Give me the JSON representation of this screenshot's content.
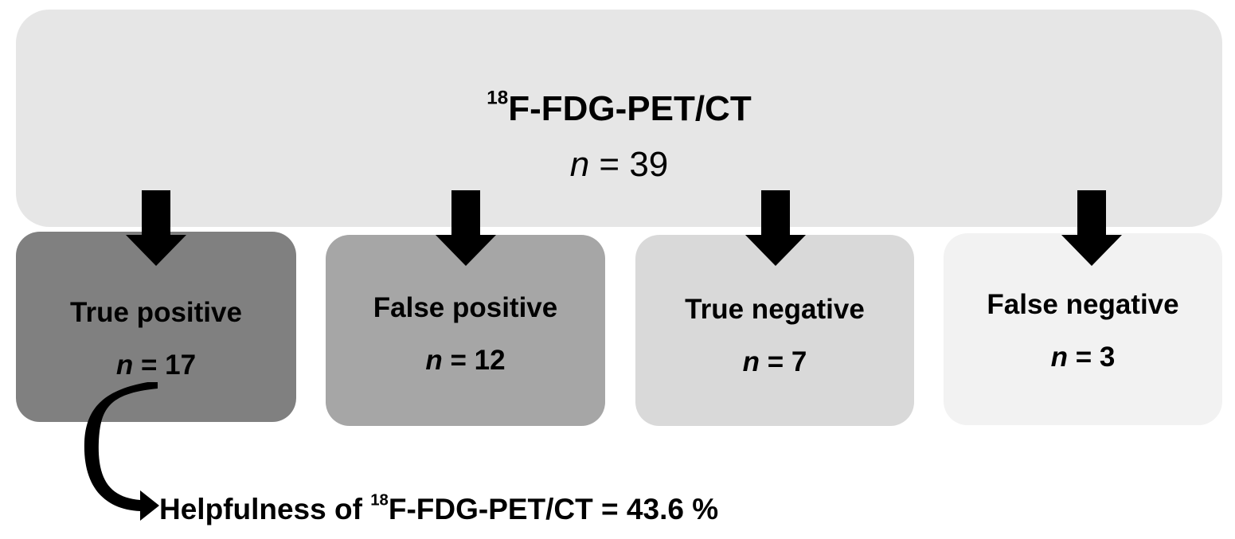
{
  "header": {
    "title_sup": "18",
    "title_main": "F-FDG-PET/CT",
    "n_var": "n",
    "n_rest": " = 39"
  },
  "categories": [
    {
      "label": "True positive",
      "n_var": "n",
      "n_rest": " = 17",
      "color": "#808080"
    },
    {
      "label": "False positive",
      "n_var": "n",
      "n_rest": " = 12",
      "color": "#a6a6a6"
    },
    {
      "label": "True negative",
      "n_var": "n",
      "n_rest": " = 7",
      "color": "#d9d9d9"
    },
    {
      "label": "False negative",
      "n_var": "n",
      "n_rest": " = 3",
      "color": "#f2f2f2"
    }
  ],
  "footer": {
    "prefix": "Helpfulness of ",
    "sup": "18",
    "suffix": "F-FDG-PET/CT = 43.6 %"
  }
}
